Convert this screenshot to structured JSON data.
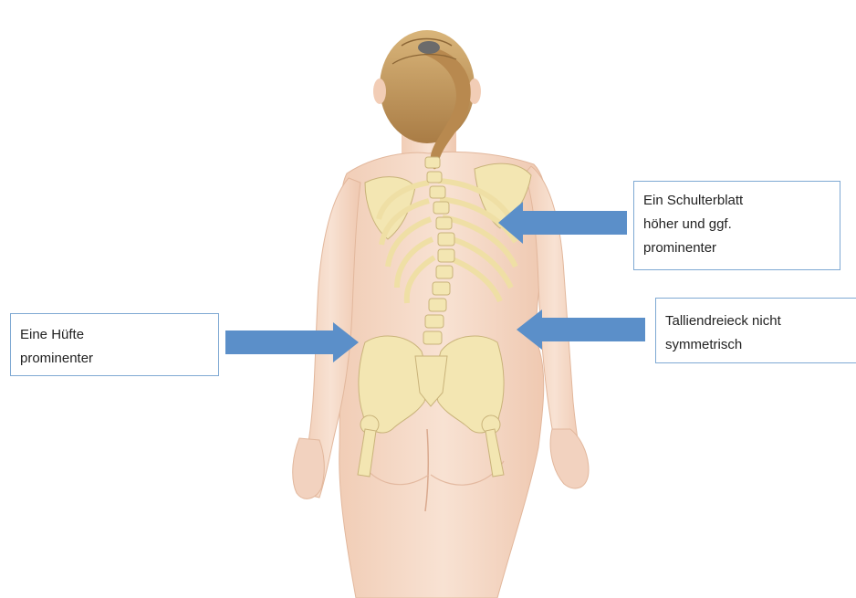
{
  "callouts": {
    "shoulder": {
      "lines": [
        "Ein Schulterblatt",
        "höher und ggf.",
        "prominenter"
      ]
    },
    "waist": {
      "lines": [
        "Talliendreieck nicht",
        "symmetrisch"
      ]
    },
    "hip": {
      "lines": [
        "Eine Hüfte",
        "prominenter"
      ]
    }
  },
  "colors": {
    "arrow": "#5b8fc9",
    "callout_border": "#7fa9d3",
    "skin": "#f6dcc9",
    "bone": "#f3e6b2",
    "hair": "#c9a46c"
  }
}
